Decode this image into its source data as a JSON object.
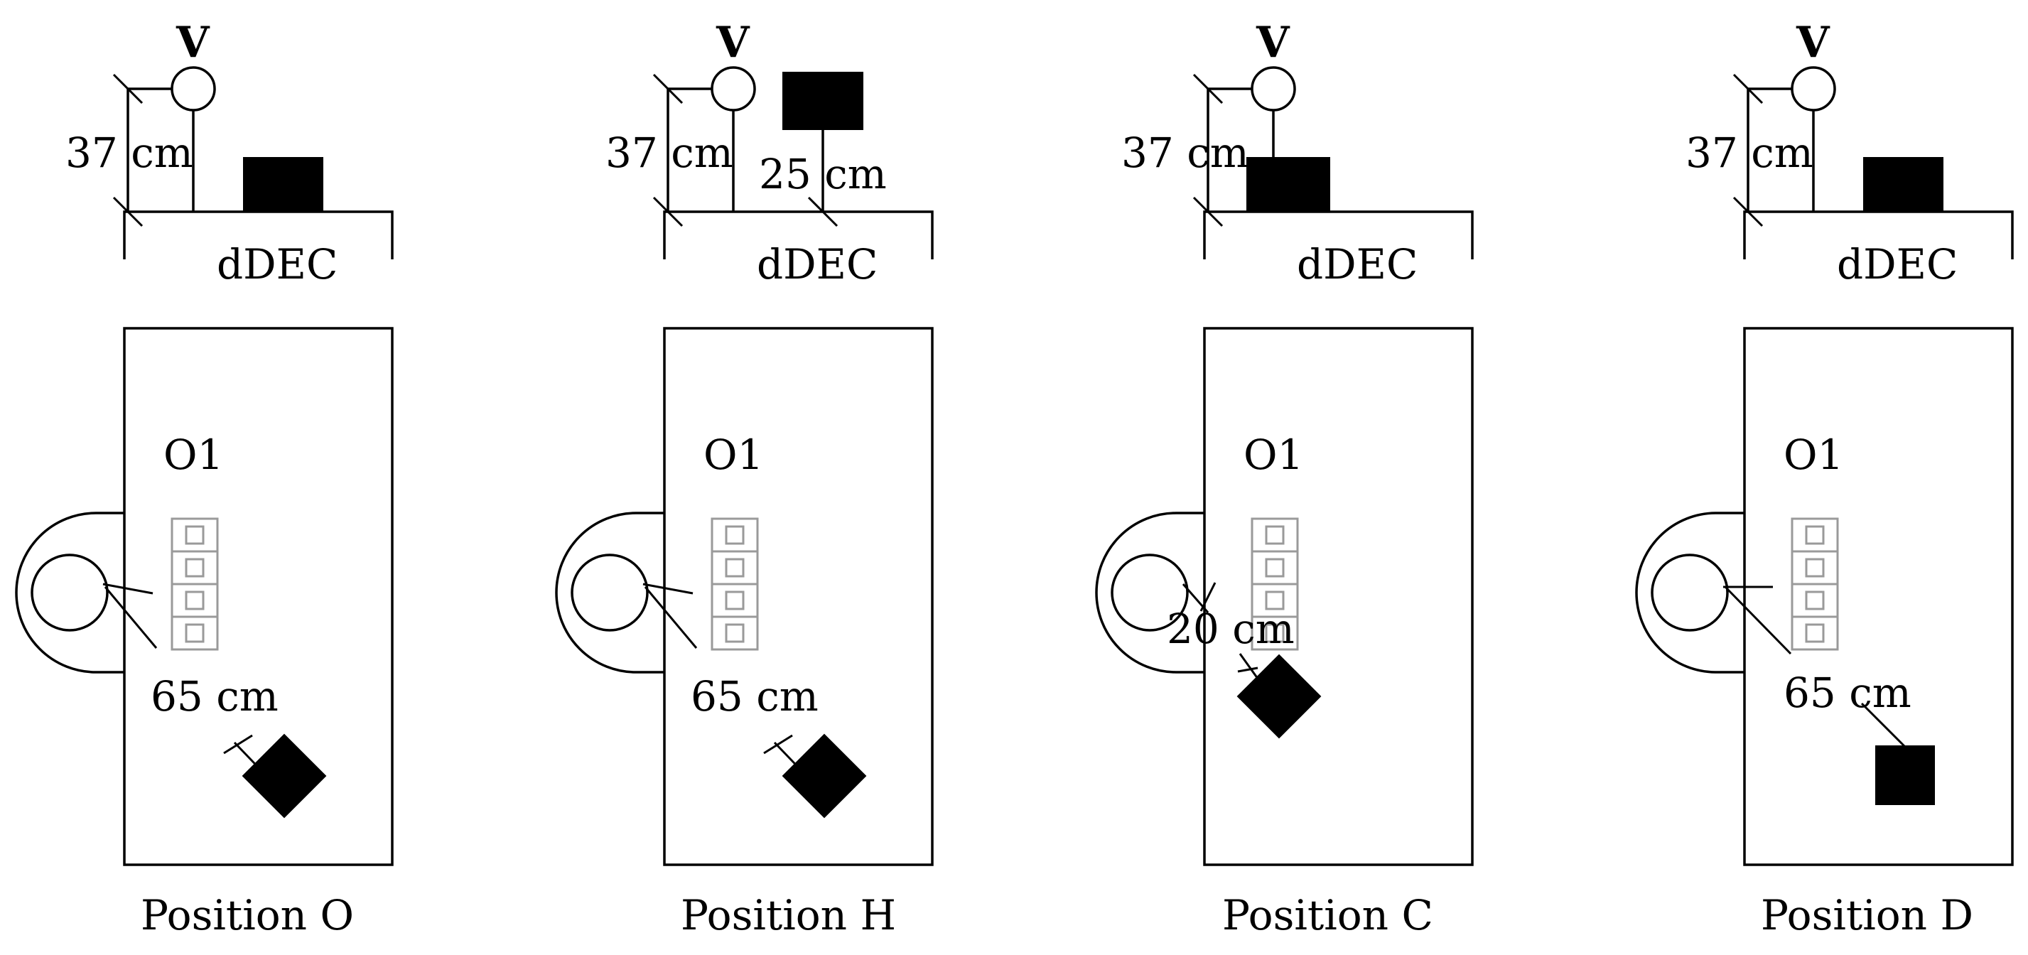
{
  "panels": [
    {
      "position_label": "Position O",
      "v_label": "V",
      "height_label": "37 cm",
      "offset_label": "",
      "dec_label": "dDEC",
      "o_label": "O1",
      "distance_label": "65 cm"
    },
    {
      "position_label": "Position H",
      "v_label": "V",
      "height_label": "37 cm",
      "offset_label": "25 cm",
      "dec_label": "dDEC",
      "o_label": "O1",
      "distance_label": "65 cm"
    },
    {
      "position_label": "Position C",
      "v_label": "V",
      "height_label": "37 cm",
      "offset_label": "",
      "dec_label": "dDEC",
      "o_label": "O1",
      "distance_label": "20 cm"
    },
    {
      "position_label": "Position D",
      "v_label": "V",
      "height_label": "37 cm",
      "offset_label": "",
      "dec_label": "dDEC",
      "o_label": "O1",
      "distance_label": "65 cm"
    }
  ]
}
